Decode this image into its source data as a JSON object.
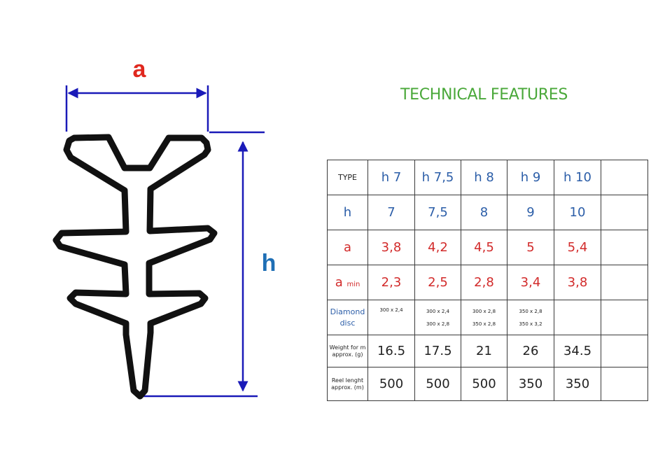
{
  "drawing": {
    "dim_width_label": "a",
    "dim_height_label": "h",
    "colors": {
      "arrow": "#1a1ab8",
      "label_a": "#e0281e",
      "label_h": "#1f6fb5",
      "profile": "#111111"
    }
  },
  "title": "TECHNICAL FEATURES",
  "table": {
    "rows": [
      {
        "label": "TYPE",
        "values": [
          "h 7",
          "h 7,5",
          "h 8",
          "h 9",
          "h 10",
          ""
        ]
      },
      {
        "label": "h",
        "values": [
          "7",
          "7,5",
          "8",
          "9",
          "10",
          ""
        ]
      },
      {
        "label": "a",
        "values": [
          "3,8",
          "4,2",
          "4,5",
          "5",
          "5,4",
          ""
        ]
      },
      {
        "label": "a",
        "label_sub": "min",
        "values": [
          "2,3",
          "2,5",
          "2,8",
          "3,4",
          "3,8",
          ""
        ]
      },
      {
        "label": "Diamond disc",
        "values": [
          [
            "300 x 2,4"
          ],
          [
            "300 x 2,4",
            "300 x 2,8"
          ],
          [
            "300 x 2,8",
            "350 x 2,8"
          ],
          [
            "350 x 2,8",
            "350 x 3,2"
          ],
          [],
          []
        ]
      },
      {
        "label": "Weight for m approx. (g)",
        "values": [
          "16.5",
          "17.5",
          "21",
          "26",
          "34.5",
          ""
        ]
      },
      {
        "label": "Reel lenght approx. (m)",
        "values": [
          "500",
          "500",
          "500",
          "350",
          "350",
          ""
        ]
      }
    ]
  }
}
